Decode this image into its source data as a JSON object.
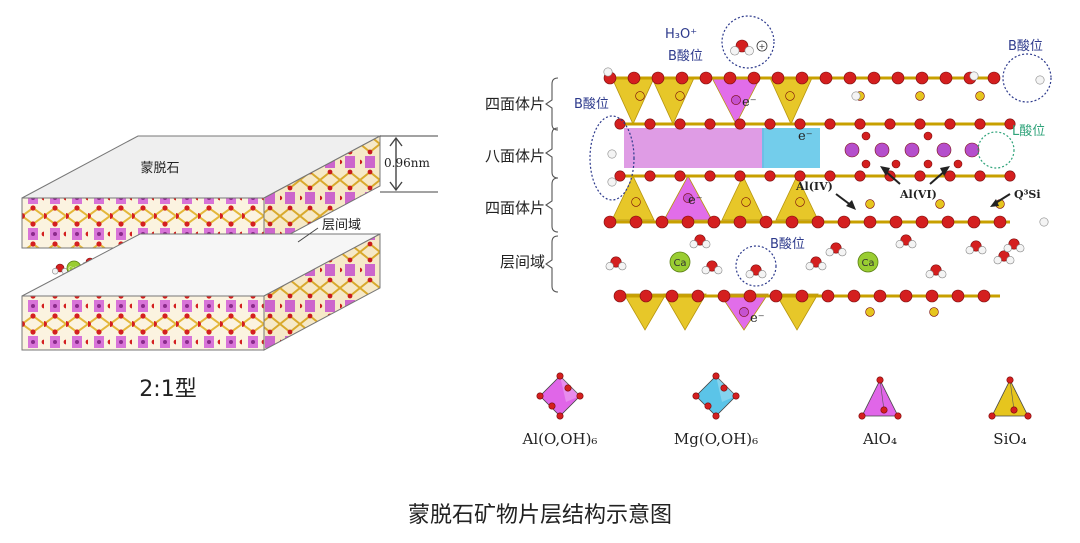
{
  "left_panel": {
    "top_block_label": "蒙脱石",
    "spacing_label": "0.96nm",
    "interlayer_label": "层间域",
    "ion_label": "Ca²⁺",
    "type_label": "2:1型"
  },
  "right_panel": {
    "layer_labels": [
      "四面体片",
      "八面体片",
      "四面体片",
      "层间域"
    ],
    "acid_sites": {
      "hydronium": "H₃O⁺",
      "b_acid": "B酸位",
      "l_acid": "L酸位"
    },
    "electron_label": "e⁻",
    "ca_label": "Ca",
    "annotations": {
      "al_iv": "Al(IV)",
      "al_vi": "Al(VI)",
      "q3si": "Q³Si"
    }
  },
  "legend": [
    {
      "label": "Al(O,OH)₆",
      "color": "#e066e8"
    },
    {
      "label": "Mg(O,OH)₆",
      "color": "#5bc4e8"
    },
    {
      "label": "AlO₄",
      "color": "#e066e8"
    },
    {
      "label": "SiO₄",
      "color": "#e6c51e"
    }
  ],
  "caption": "蒙脱石矿物片层结构示意图",
  "colors": {
    "oxygen": "#d41f1f",
    "hydrogen": "#f4f4f4",
    "calcium": "#9acd32",
    "tetrahedral_si": "#e6c51e",
    "octahedral_al": "#e066e8",
    "octahedral_mg": "#5bc4e8",
    "block_top": "#f2f2f2",
    "dashed_circle_b": "#2d3a8c",
    "dashed_circle_l": "#2fa37a"
  }
}
